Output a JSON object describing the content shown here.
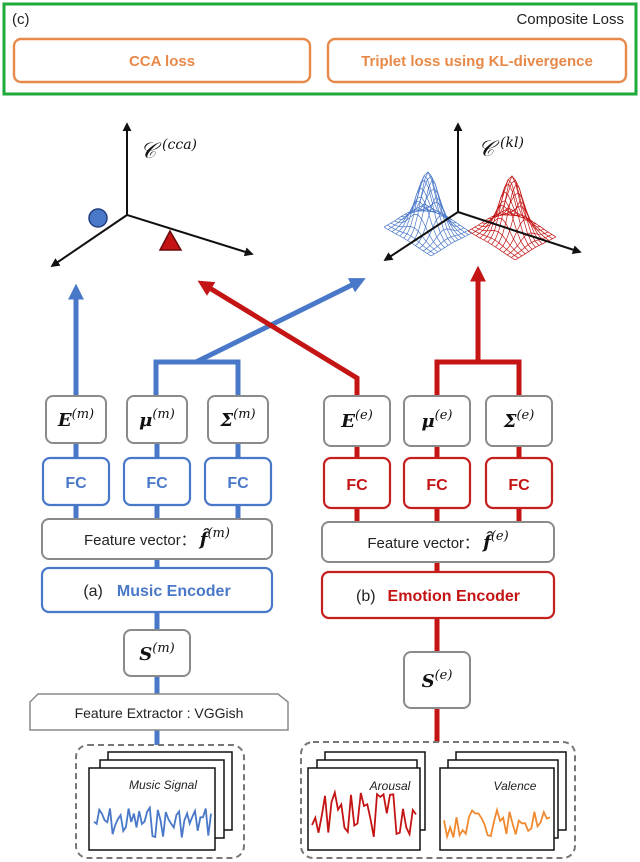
{
  "composite": {
    "label": "(c)",
    "title": "Composite Loss",
    "cca_loss": "CCA loss",
    "triplet_loss": "Triplet loss using KL-divergence"
  },
  "spaces": {
    "cca": {
      "symbol": "𝒞",
      "superscript": "(cca)"
    },
    "kl": {
      "symbol": "𝒞",
      "superscript": "(kl)"
    }
  },
  "music": {
    "E": {
      "base": "E",
      "sup": "(m)"
    },
    "mu": {
      "base": "μ",
      "sup": "(m)"
    },
    "sigma": {
      "base": "Σ",
      "sup": "(m)"
    },
    "fc_labels": [
      "FC",
      "FC",
      "FC"
    ],
    "feature_vector": {
      "text": "Feature vector：",
      "base": "f̂",
      "sup": "(m)"
    },
    "encoder": {
      "label": "(a)",
      "name": "Music Encoder"
    },
    "S": {
      "base": "S",
      "sup": "(m)"
    },
    "extractor": "Feature Extractor : VGGish",
    "signal": "Music Signal"
  },
  "emotion": {
    "E": {
      "base": "E",
      "sup": "(e)"
    },
    "mu": {
      "base": "μ",
      "sup": "(e)"
    },
    "sigma": {
      "base": "Σ",
      "sup": "(e)"
    },
    "fc_labels": [
      "FC",
      "FC",
      "FC"
    ],
    "feature_vector": {
      "text": "Feature vector：",
      "base": "f̂",
      "sup": "(e)"
    },
    "encoder": {
      "label": "(b)",
      "name": "Emotion Encoder"
    },
    "S": {
      "base": "S",
      "sup": "(e)"
    },
    "arousal": "Arousal",
    "valence": "Valence"
  },
  "colors": {
    "music": "#4a78c8",
    "emotion": "#c41414",
    "composite_border": "#1faa3c",
    "loss_orange": "#e8894a",
    "valence_signal": "#f08a30"
  }
}
